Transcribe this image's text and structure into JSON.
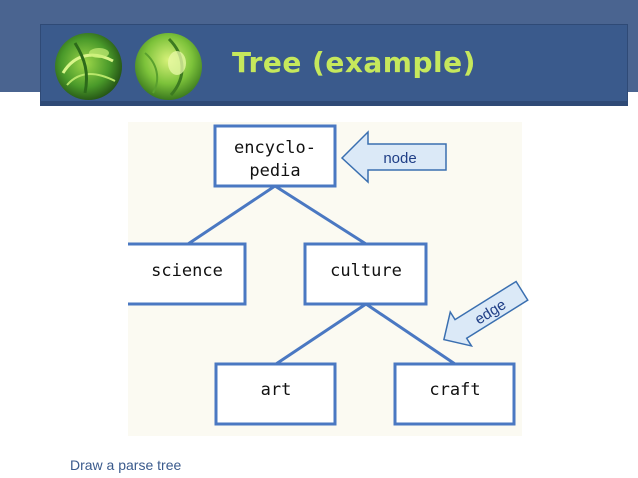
{
  "slide": {
    "title": "Tree (example)",
    "caption": "Draw a parse tree"
  },
  "tree": {
    "root_line1": "encyclo-",
    "root_line2": "pedia",
    "left_child": "science",
    "right_child": "culture",
    "leaf_left": "art",
    "leaf_right": "craft"
  },
  "callouts": {
    "node_label": "node",
    "edge_label": "edge"
  },
  "colors": {
    "title_text": "#c6e85c",
    "header_bar": "#3a5a8c",
    "node_border": "#4a78c2",
    "callout_fill": "#dbe9f7",
    "callout_text": "#1f3e86",
    "caption_text": "#3a5a8c"
  }
}
